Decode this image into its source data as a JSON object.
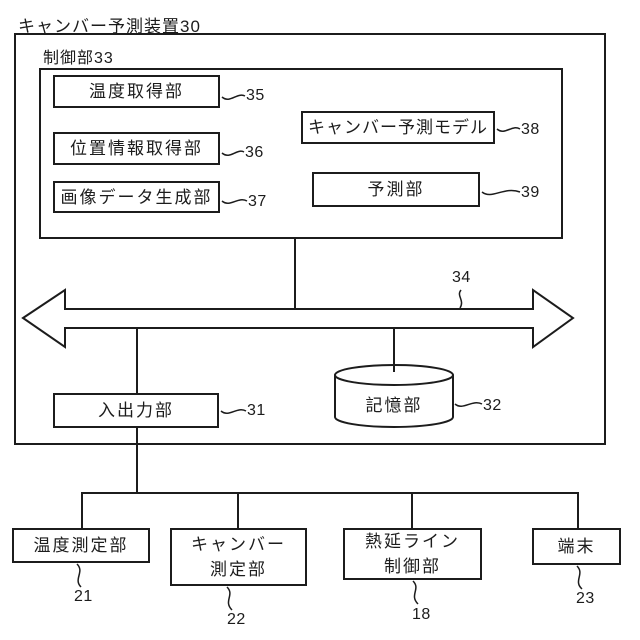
{
  "figure": {
    "title": "キャンバー予測装置30",
    "control_unit_label": "制御部33",
    "ink_color": "#1c1c1c",
    "bus": {
      "ref": "34"
    },
    "blocks": {
      "temp_acq": {
        "label": "温度取得部",
        "ref": "35"
      },
      "pos_info": {
        "label": "位置情報取得部",
        "ref": "36"
      },
      "img_gen": {
        "label": "画像データ生成部",
        "ref": "37"
      },
      "camber_model": {
        "label": "キャンバー予測モデル",
        "ref": "38"
      },
      "predict": {
        "label": "予測部",
        "ref": "39"
      },
      "io": {
        "label": "入出力部",
        "ref": "31"
      },
      "storage": {
        "label": "記憶部",
        "ref": "32"
      },
      "temp_meas": {
        "label": "温度測定部",
        "ref": "21"
      },
      "camber_meas": {
        "lines": [
          "キャンバー",
          "測定部"
        ],
        "ref": "22"
      },
      "hotline_ctrl": {
        "lines": [
          "熱延ライン",
          "制御部"
        ],
        "ref": "18"
      },
      "terminal": {
        "label": "端末",
        "ref": "23"
      }
    }
  }
}
